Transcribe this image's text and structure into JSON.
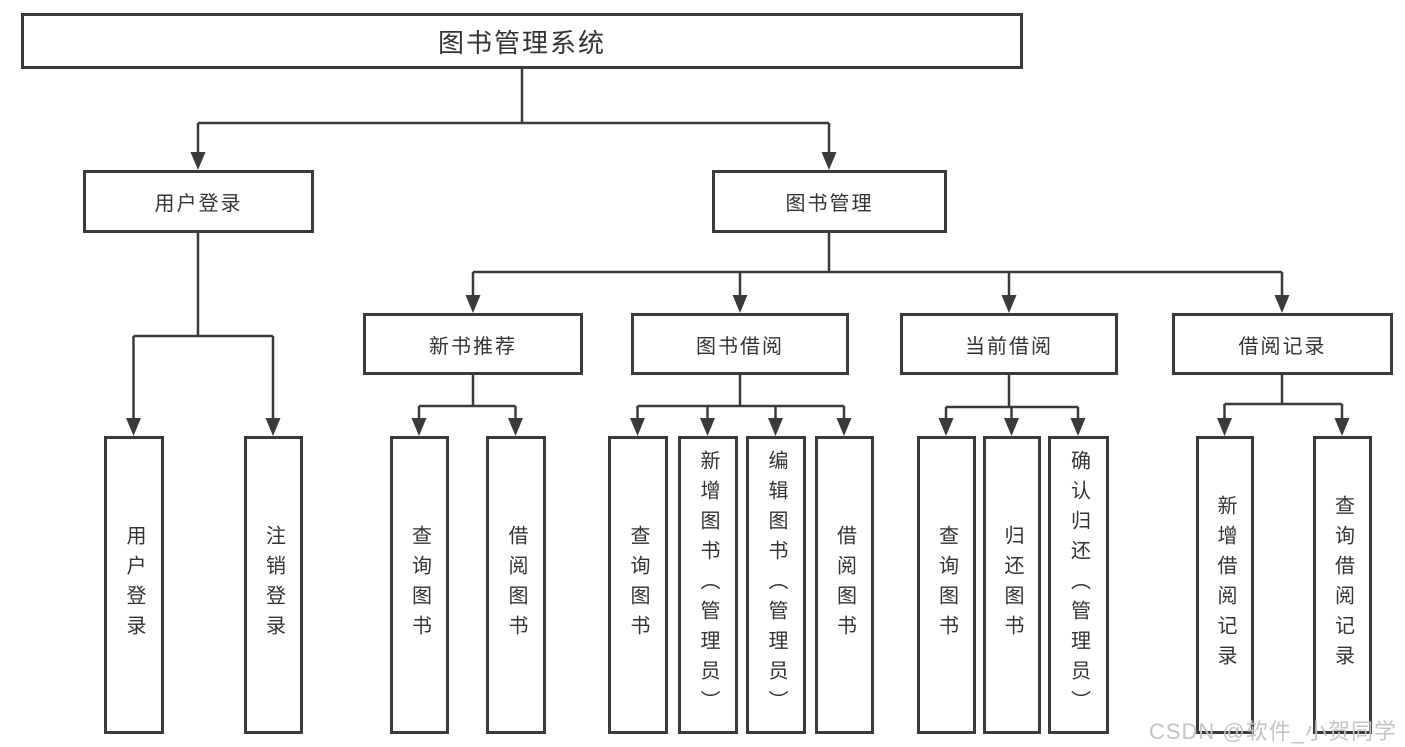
{
  "tree": {
    "root": {
      "label": "图书管理系统",
      "children": [
        {
          "label": "用户登录",
          "children": [
            {
              "label": "用户登录"
            },
            {
              "label": "注销登录"
            }
          ]
        },
        {
          "label": "图书管理",
          "children": [
            {
              "label": "新书推荐",
              "children": [
                {
                  "label": "查询图书"
                },
                {
                  "label": "借阅图书"
                }
              ]
            },
            {
              "label": "图书借阅",
              "children": [
                {
                  "label": "查询图书"
                },
                {
                  "label": "新增图书（管理员）"
                },
                {
                  "label": "编辑图书（管理员）"
                },
                {
                  "label": "借阅图书"
                }
              ]
            },
            {
              "label": "当前借阅",
              "children": [
                {
                  "label": "查询图书"
                },
                {
                  "label": "归还图书"
                },
                {
                  "label": "确认归还（管理员）"
                }
              ]
            },
            {
              "label": "借阅记录",
              "children": [
                {
                  "label": "新增借阅记录"
                },
                {
                  "label": "查询借阅记录"
                }
              ]
            }
          ]
        }
      ]
    }
  },
  "watermark": {
    "text": "CSDN @软件_小贺同学",
    "color": "#c3c3c3"
  },
  "colors": {
    "line": "#3a3a3a",
    "box_border": "#3a3a3a",
    "text": "#333333",
    "background": "#ffffff"
  }
}
